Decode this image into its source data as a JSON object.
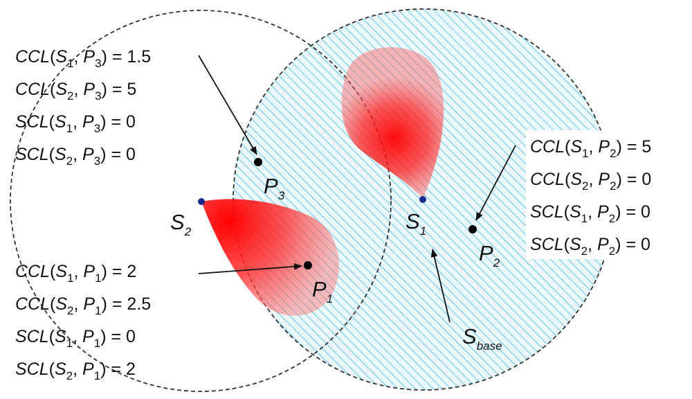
{
  "points": {
    "P1": {
      "name": "P",
      "sub": "1"
    },
    "P2": {
      "name": "P",
      "sub": "2"
    },
    "P3": {
      "name": "P",
      "sub": "3"
    },
    "S1": {
      "name": "S",
      "sub": "1"
    },
    "S2": {
      "name": "S",
      "sub": "2"
    },
    "Sbase": {
      "name": "S",
      "sub": "base"
    }
  },
  "groups": {
    "p3": [
      {
        "metric": "CCL",
        "s": "1",
        "p": "3",
        "value": "1.5"
      },
      {
        "metric": "CCL",
        "s": "2",
        "p": "3",
        "value": "5"
      },
      {
        "metric": "SCL",
        "s": "1",
        "p": "3",
        "value": "0"
      },
      {
        "metric": "SCL",
        "s": "2",
        "p": "3",
        "value": "0"
      }
    ],
    "p2": [
      {
        "metric": "CCL",
        "s": "1",
        "p": "2",
        "value": "5"
      },
      {
        "metric": "CCL",
        "s": "2",
        "p": "2",
        "value": "0"
      },
      {
        "metric": "SCL",
        "s": "1",
        "p": "2",
        "value": "0"
      },
      {
        "metric": "SCL",
        "s": "2",
        "p": "2",
        "value": "0"
      }
    ],
    "p1": [
      {
        "metric": "CCL",
        "s": "1",
        "p": "1",
        "value": "2"
      },
      {
        "metric": "CCL",
        "s": "2",
        "p": "1",
        "value": "2.5"
      },
      {
        "metric": "SCL",
        "s": "1",
        "p": "1",
        "value": "0"
      },
      {
        "metric": "SCL",
        "s": "2",
        "p": "1",
        "value": "2"
      }
    ]
  },
  "colors": {
    "hatch": "#8fd3e8",
    "hatch_bg": "#eaf7fb",
    "lobe": "#ff0000",
    "sensor_dot": "#1a2a8c",
    "point_dot": "#000000",
    "circle_stroke": "#333333"
  }
}
